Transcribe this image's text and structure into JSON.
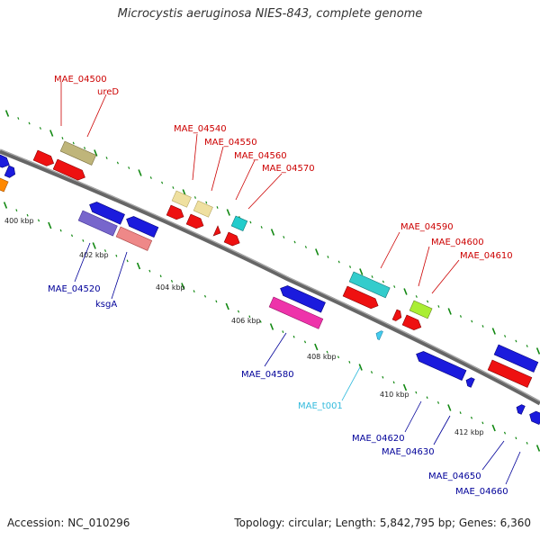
{
  "title": "Microcystis aeruginosa NIES-843, complete genome",
  "footer": {
    "accession": "Accession: NC_010296",
    "topology": "Topology: circular; Length: 5,842,795 bp; Genes: 6,360"
  },
  "colors": {
    "forward_label": "#cc0000",
    "reverse_label": "#000099",
    "rna_label": "#33bbdd",
    "backbone": "#888888",
    "tick": "#118811"
  },
  "scale_labels": [
    "400 kbp",
    "402 kbp",
    "404 kbp",
    "406 kbp",
    "408 kbp",
    "410 kbp",
    "412 kbp"
  ],
  "gene_labels": {
    "forward": [
      "MAE_04500",
      "ureD",
      "MAE_04540",
      "MAE_04550",
      "MAE_04560",
      "MAE_04570",
      "MAE_04590",
      "MAE_04600",
      "MAE_04610"
    ],
    "reverse": [
      "MAE_04520",
      "ksgA",
      "MAE_04580",
      "MAE_04620",
      "MAE_04630",
      "MAE_04650",
      "MAE_04660"
    ],
    "rna": [
      "MAE_t001"
    ]
  }
}
